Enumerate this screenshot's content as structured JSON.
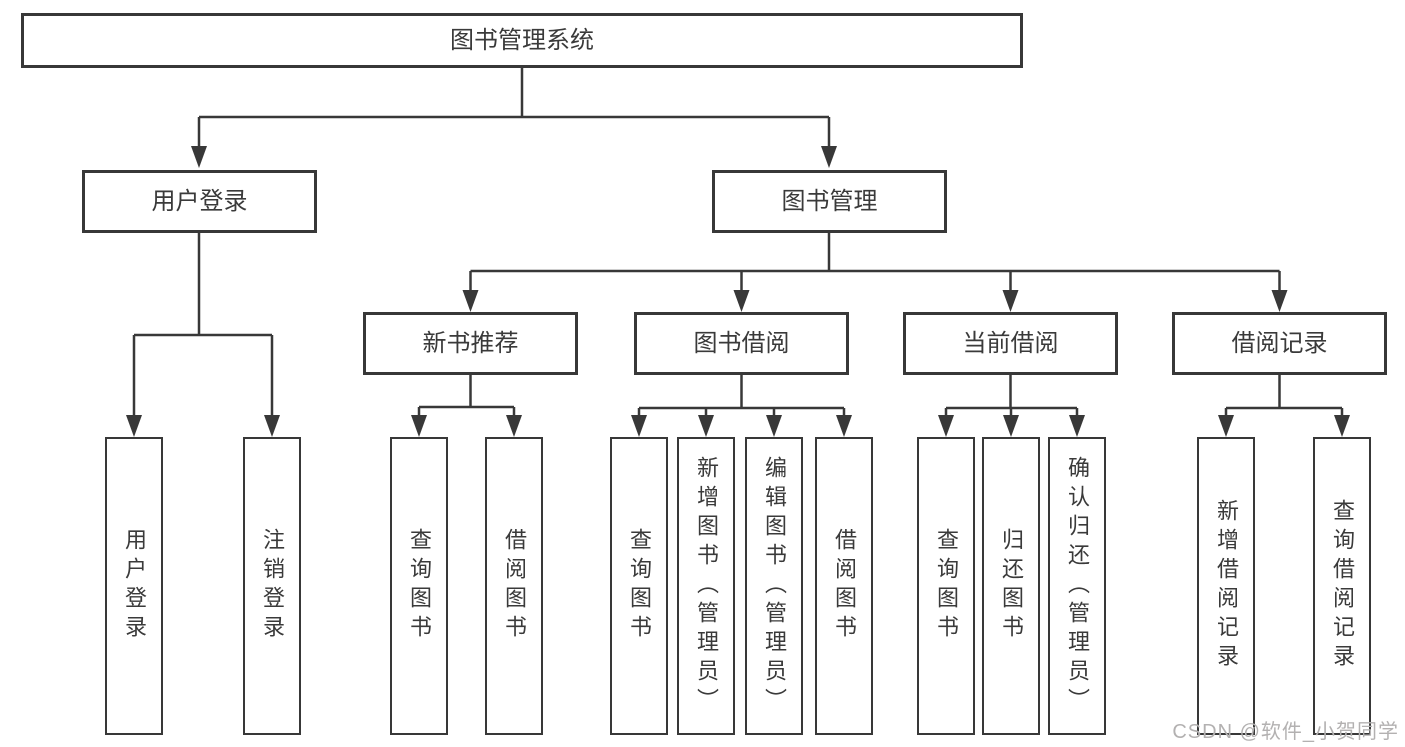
{
  "nodes": {
    "root": "图书管理系统",
    "user_login": "用户登录",
    "book_management": "图书管理",
    "new_book_recommend": "新书推荐",
    "book_borrowing": "图书借阅",
    "current_borrowing": "当前借阅",
    "borrowing_records": "借阅记录",
    "leaf_user_login": "用户登录",
    "leaf_logout": "注销登录",
    "leaf_query_books_a": "查询图书",
    "leaf_borrow_books_a": "借阅图书",
    "leaf_query_books_b": "查询图书",
    "leaf_add_books_admin": "新增图书（管理员）",
    "leaf_edit_books_admin": "编辑图书（管理员）",
    "leaf_borrow_books_b": "借阅图书",
    "leaf_query_books_c": "查询图书",
    "leaf_return_books": "归还图书",
    "leaf_confirm_return_admin": "确认归还（管理员）",
    "leaf_add_borrow_record": "新增借阅记录",
    "leaf_query_borrow_record": "查询借阅记录"
  },
  "watermark": {
    "text": "CSDN @软件_小贺同学"
  },
  "colors": {
    "line": "#383838",
    "text": "#3a3a3a",
    "background": "#ffffff",
    "watermark": "#b3b1b1"
  }
}
